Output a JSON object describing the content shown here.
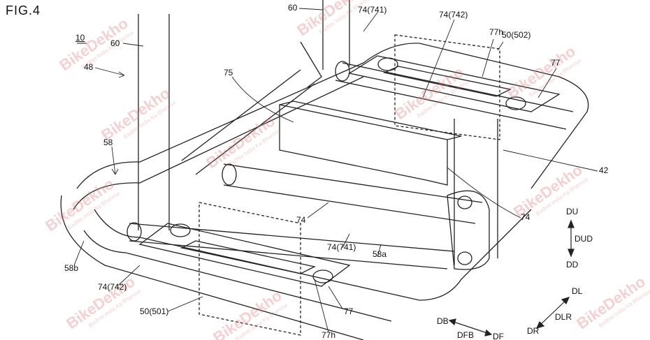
{
  "figure_title": "FIG.4",
  "watermark": {
    "text": "BikeDekho",
    "tagline": "Badhte India Ka Bharosa",
    "color": "#e87878"
  },
  "labels": {
    "assembly": "10",
    "post_left": "60",
    "frame": "48",
    "post_top": "60",
    "plate_741_top": "74(741)",
    "plate_742_top": "74(742)",
    "slot_top": "77h",
    "box_502": "50(502)",
    "bracket": "75",
    "pad_top": "77",
    "pipe": "58",
    "member": "42",
    "plate_right": "74",
    "plate_mid": "74",
    "plate_741_bottom": "74(741)",
    "pipe_a": "58a",
    "pipe_b": "58b",
    "plate_742_bottom": "74(742)",
    "box_501": "50(501)",
    "pad_bottom": "77",
    "slot_bottom": "77h"
  },
  "directions": {
    "up": "DU",
    "up_down": "DUD",
    "down": "DD",
    "left": "DL",
    "left_right": "DLR",
    "right": "DR",
    "back": "DB",
    "front_back": "DFB",
    "front": "DF"
  }
}
